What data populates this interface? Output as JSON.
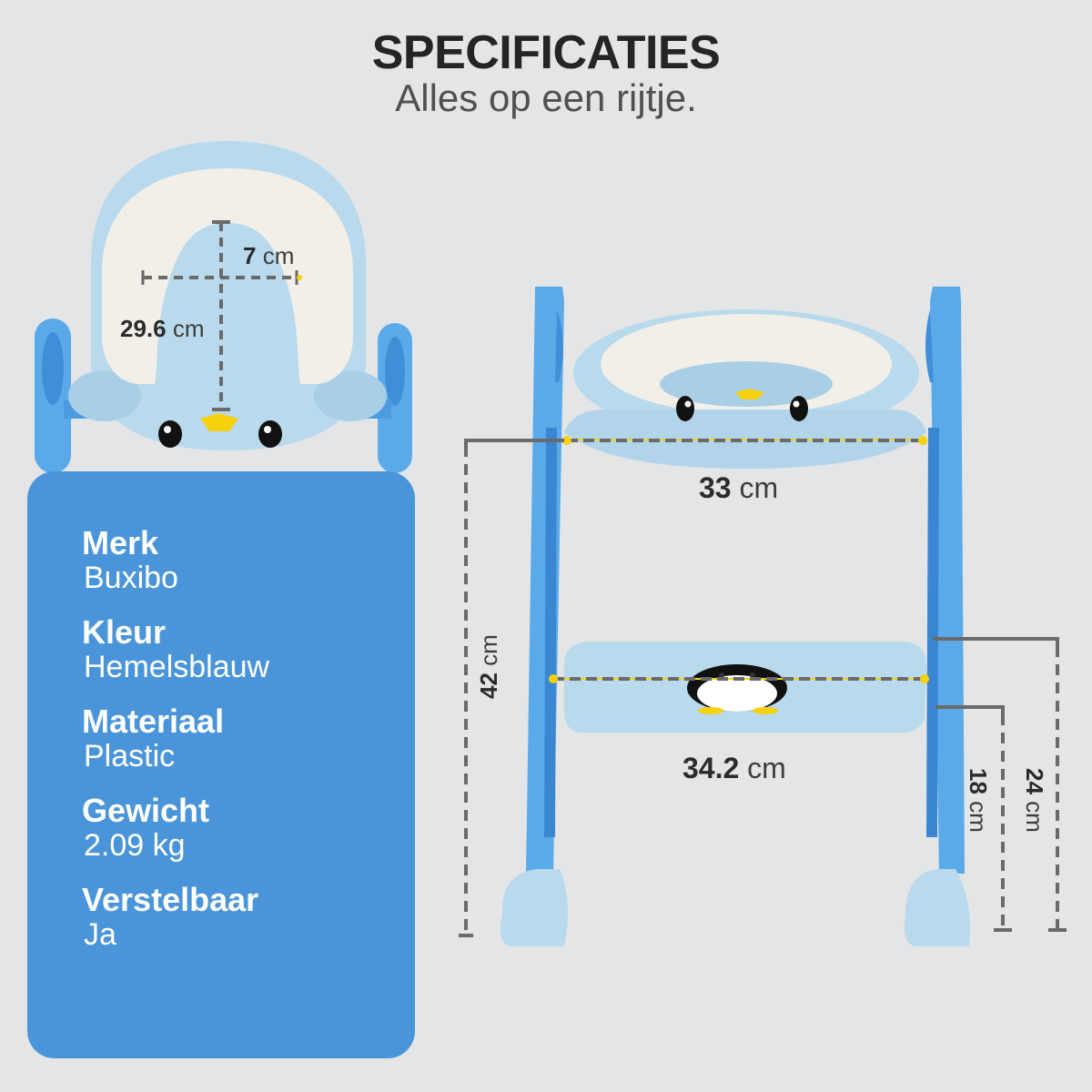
{
  "header": {
    "title": "SPECIFICATIES",
    "subtitle": "Alles op een rijtje."
  },
  "specs": [
    {
      "label": "Merk",
      "value": "Buxibo"
    },
    {
      "label": "Kleur",
      "value": "Hemelsblauw"
    },
    {
      "label": "Materiaal",
      "value": "Plastic"
    },
    {
      "label": "Gewicht",
      "value": "2.09 kg"
    },
    {
      "label": "Verstelbaar",
      "value": "Ja"
    }
  ],
  "seat_dimensions": {
    "inner_width": {
      "value": "7",
      "unit": "cm"
    },
    "inner_length": {
      "value": "29.6",
      "unit": "cm"
    }
  },
  "ladder_dimensions": {
    "seat_width": {
      "value": "33",
      "unit": "cm"
    },
    "step_width": {
      "value": "34.2",
      "unit": "cm"
    },
    "total_height": {
      "value": "42",
      "unit": "cm"
    },
    "step_height_low": {
      "value": "18",
      "unit": "cm"
    },
    "step_height_high": {
      "value": "24",
      "unit": "cm"
    }
  },
  "colors": {
    "background": "#e4e5e6",
    "card": "#4a95d9",
    "ladder_blue": "#5aaaea",
    "seat_light_blue": "#b9d9ec",
    "cushion_white": "#f2efe9",
    "beak_yellow": "#f5d10f",
    "dimension_line": "#6a6a6a"
  }
}
